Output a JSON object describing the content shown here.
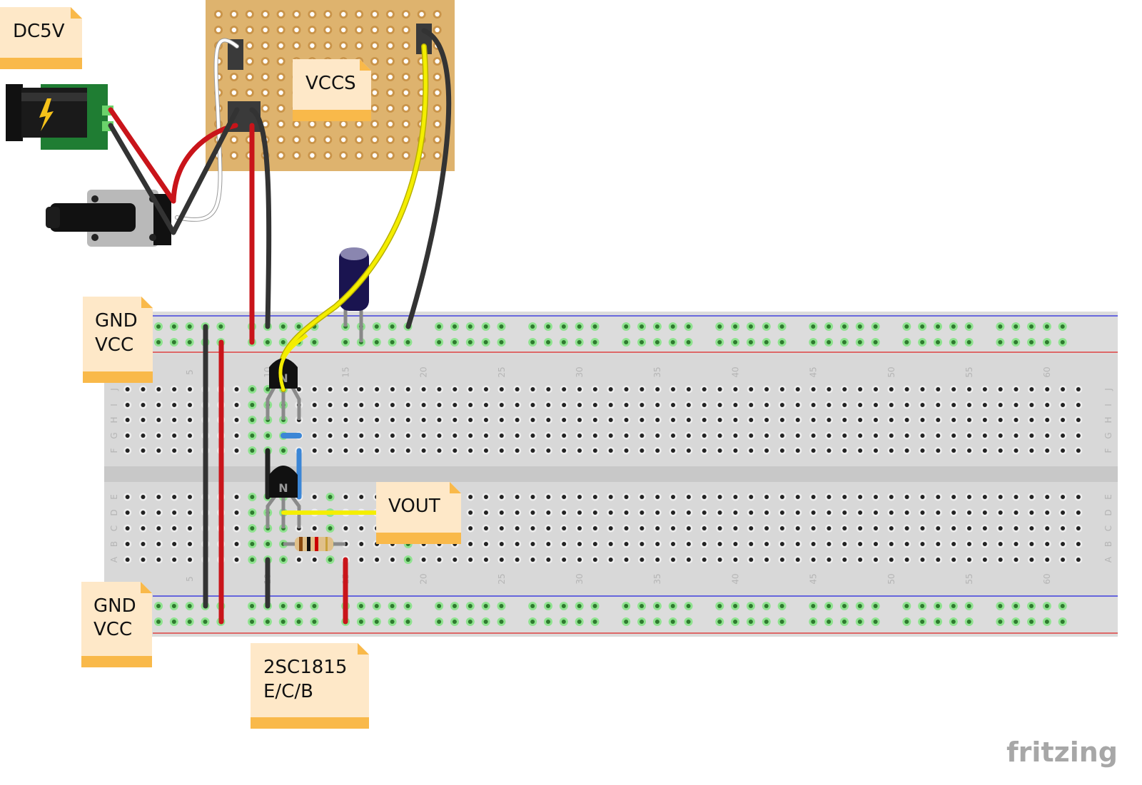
{
  "notes": {
    "dc5v": "DC5V",
    "vccs": "VCCS",
    "rail_top": [
      "GND",
      "VCC"
    ],
    "rail_bottom": [
      "GND",
      "VCC"
    ],
    "vout": "VOUT",
    "transistor": [
      "2SC1815",
      "E/C/B"
    ]
  },
  "breadboard": {
    "column_numbers": [
      "5",
      "10",
      "15",
      "20",
      "25",
      "30",
      "35",
      "40",
      "45",
      "50",
      "55",
      "60"
    ],
    "rows_top": [
      "J",
      "I",
      "H",
      "G",
      "F"
    ],
    "rows_bottom": [
      "E",
      "D",
      "C",
      "B",
      "A"
    ]
  },
  "transistor_marking": "N",
  "logo": "fritzing",
  "colors": {
    "wire_red": "#c9141a",
    "wire_black": "#333333",
    "wire_yellow": "#f4ee00",
    "wire_blue": "#3b86d6",
    "perfboard": "#deb36e",
    "note_fill": "#fee8c8",
    "note_band": "#f9b94a"
  }
}
